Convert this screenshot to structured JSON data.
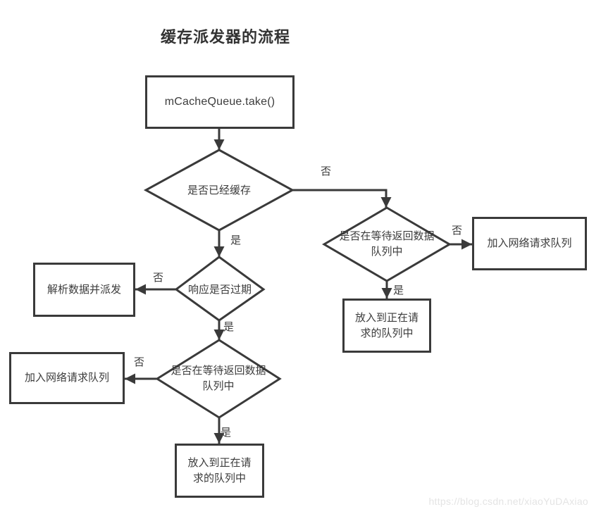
{
  "title": "缓存派发器的流程",
  "watermark": "https://blog.csdn.net/xiaoYuDAxiao",
  "colors": {
    "stroke": "#3a3a3a",
    "text": "#3c3c3c",
    "title_text": "#333333",
    "watermark_text": "#e4e4e4",
    "background": "#ffffff"
  },
  "nodes": {
    "start": {
      "type": "process",
      "label": "mCacheQueue.take()"
    },
    "is_cached": {
      "type": "decision",
      "label": "是否已经缓存"
    },
    "right_waiting": {
      "type": "decision",
      "label": "是否在等待返回数据\n队列中"
    },
    "right_add_network": {
      "type": "process",
      "label": "加入网络请求队列"
    },
    "right_put_pending": {
      "type": "process",
      "label": "放入到正在请\n求的队列中"
    },
    "is_expired": {
      "type": "decision",
      "label": "响应是否过期"
    },
    "parse_dispatch": {
      "type": "process",
      "label": "解析数据并派发"
    },
    "lower_waiting": {
      "type": "decision",
      "label": "是否在等待返回数据\n队列中"
    },
    "left_add_network": {
      "type": "process",
      "label": "加入网络请求队列"
    },
    "bottom_put_pending": {
      "type": "process",
      "label": "放入到正在请\n求的队列中"
    }
  },
  "edges": [
    {
      "from": "start",
      "to": "is_cached",
      "label": ""
    },
    {
      "from": "is_cached",
      "to": "right_waiting",
      "label": "否"
    },
    {
      "from": "is_cached",
      "to": "is_expired",
      "label": "是"
    },
    {
      "from": "right_waiting",
      "to": "right_add_network",
      "label": "否"
    },
    {
      "from": "right_waiting",
      "to": "right_put_pending",
      "label": "是"
    },
    {
      "from": "is_expired",
      "to": "parse_dispatch",
      "label": "否"
    },
    {
      "from": "is_expired",
      "to": "lower_waiting",
      "label": "是"
    },
    {
      "from": "lower_waiting",
      "to": "left_add_network",
      "label": "否"
    },
    {
      "from": "lower_waiting",
      "to": "bottom_put_pending",
      "label": "是"
    }
  ]
}
